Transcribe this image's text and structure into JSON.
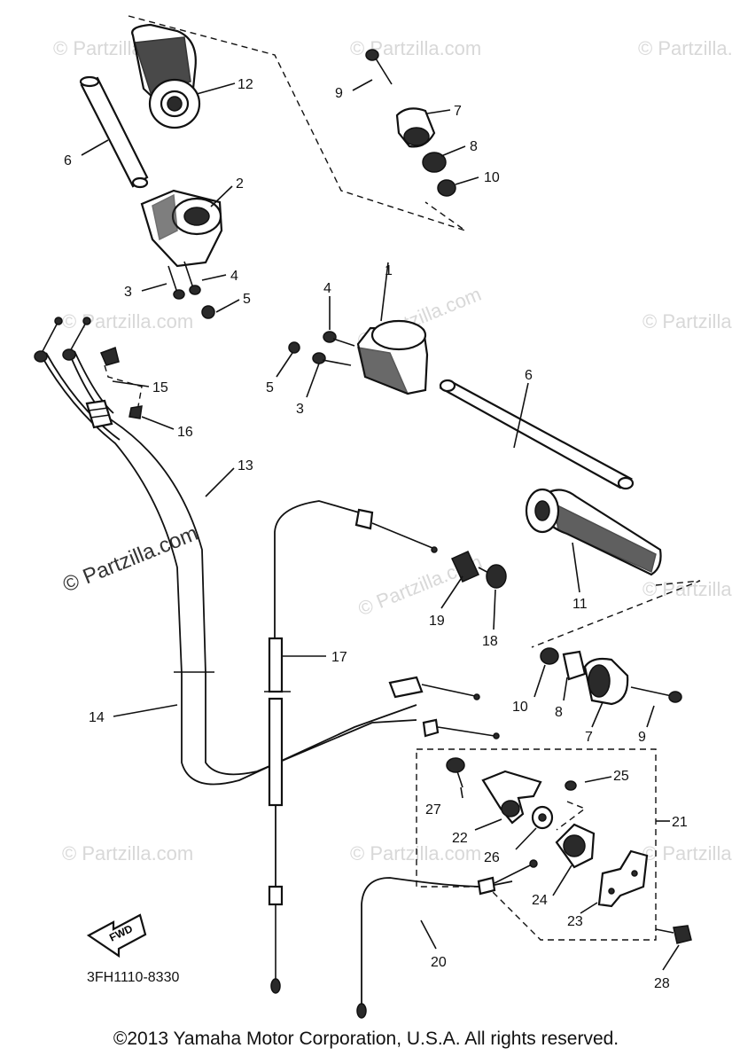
{
  "watermark": "© Partzilla.com",
  "diagram_code": "3FH1110-8330",
  "fwd_label": "FWD",
  "copyright": "©2013  Yamaha Motor Corporation, U.S.A. All rights reserved.",
  "callouts": {
    "c1": "1",
    "c2": "2",
    "c3a": "3",
    "c3b": "3",
    "c4a": "4",
    "c4b": "4",
    "c5a": "5",
    "c5b": "5",
    "c6a": "6",
    "c6b": "6",
    "c7a": "7",
    "c7b": "7",
    "c8a": "8",
    "c8b": "8",
    "c9a": "9",
    "c9b": "9",
    "c10a": "10",
    "c10b": "10",
    "c11": "11",
    "c12": "12",
    "c13": "13",
    "c14": "14",
    "c15": "15",
    "c16": "16",
    "c17": "17",
    "c18": "18",
    "c19": "19",
    "c20": "20",
    "c21": "21",
    "c22": "22",
    "c23": "23",
    "c24": "24",
    "c25": "25",
    "c26": "26",
    "c27": "27",
    "c28": "28"
  }
}
